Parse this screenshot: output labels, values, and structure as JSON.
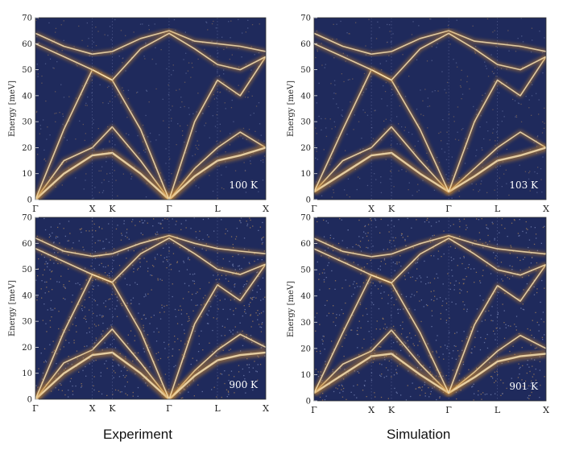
{
  "captions": {
    "left": "Experiment",
    "right": "Simulation"
  },
  "colors": {
    "background": "#1f2a5c",
    "band_low": "#c9862f",
    "band_high": "#ffe9b8",
    "tick_text": "#222222"
  },
  "chart_data": [
    {
      "type": "heatmap",
      "panel": "top-left",
      "ylabel": "Energy [meV]",
      "ylim": [
        0,
        70
      ],
      "yticks": [
        0,
        10,
        20,
        30,
        40,
        50,
        60,
        70
      ],
      "xtick_labels": [
        "Γ",
        "X",
        "K",
        "Γ",
        "L",
        "X"
      ],
      "xtick_positions": [
        0,
        1,
        1.35,
        2.35,
        3.2,
        4.05
      ],
      "annotation": "100 K",
      "series": [
        {
          "x": [
            0,
            0.5,
            1,
            1.35,
            1.85,
            2.35,
            2.8,
            3.2,
            3.6,
            4.05
          ],
          "values": [
            64,
            59,
            56,
            57,
            62,
            65,
            61,
            60,
            59,
            57
          ]
        },
        {
          "x": [
            0,
            0.5,
            1,
            1.35,
            1.85,
            2.35,
            2.8,
            3.2,
            3.6,
            4.05
          ],
          "values": [
            0,
            15,
            20,
            28,
            15,
            0,
            12,
            20,
            26,
            20
          ]
        },
        {
          "x": [
            0,
            0.5,
            1,
            1.35,
            1.85,
            2.35,
            2.8,
            3.2,
            3.6,
            4.05
          ],
          "values": [
            0,
            10,
            17,
            18,
            10,
            0,
            9,
            15,
            17,
            20
          ]
        },
        {
          "x": [
            0,
            0.5,
            1,
            1.35,
            1.85,
            2.35,
            2.8,
            3.2,
            3.6,
            4.05
          ],
          "values": [
            0,
            27,
            50,
            46,
            27,
            0,
            30,
            46,
            40,
            55
          ]
        },
        {
          "x": [
            0,
            0.5,
            1,
            1.35,
            1.85,
            2.35,
            2.8,
            3.2,
            3.6,
            4.05
          ],
          "values": [
            60,
            55,
            50,
            46,
            58,
            64,
            58,
            52,
            50,
            55
          ]
        }
      ]
    },
    {
      "type": "heatmap",
      "panel": "top-right",
      "ylabel": "Energy [meV]",
      "ylim": [
        0,
        70
      ],
      "yticks": [
        0,
        10,
        20,
        30,
        40,
        50,
        60,
        70
      ],
      "xtick_labels": [
        "Γ",
        "X",
        "K",
        "Γ",
        "L",
        "X"
      ],
      "xtick_positions": [
        0,
        1,
        1.35,
        2.35,
        3.2,
        4.05
      ],
      "annotation": "103 K",
      "series": [
        {
          "x": [
            0,
            0.5,
            1,
            1.35,
            1.85,
            2.35,
            2.8,
            3.2,
            3.6,
            4.05
          ],
          "values": [
            64,
            59,
            56,
            57,
            62,
            65,
            61,
            60,
            59,
            57
          ]
        },
        {
          "x": [
            0,
            0.5,
            1,
            1.35,
            1.85,
            2.35,
            2.8,
            3.2,
            3.6,
            4.05
          ],
          "values": [
            3,
            15,
            20,
            28,
            15,
            3,
            12,
            20,
            26,
            20
          ]
        },
        {
          "x": [
            0,
            0.5,
            1,
            1.35,
            1.85,
            2.35,
            2.8,
            3.2,
            3.6,
            4.05
          ],
          "values": [
            3,
            10,
            17,
            18,
            10,
            3,
            9,
            15,
            17,
            20
          ]
        },
        {
          "x": [
            0,
            0.5,
            1,
            1.35,
            1.85,
            2.35,
            2.8,
            3.2,
            3.6,
            4.05
          ],
          "values": [
            3,
            27,
            50,
            46,
            27,
            3,
            30,
            46,
            40,
            55
          ]
        },
        {
          "x": [
            0,
            0.5,
            1,
            1.35,
            1.85,
            2.35,
            2.8,
            3.2,
            3.6,
            4.05
          ],
          "values": [
            60,
            55,
            50,
            46,
            58,
            64,
            58,
            52,
            50,
            55
          ]
        }
      ]
    },
    {
      "type": "heatmap",
      "panel": "bottom-left",
      "ylabel": "Energy [meV]",
      "ylim": [
        0,
        70
      ],
      "yticks": [
        0,
        10,
        20,
        30,
        40,
        50,
        60,
        70
      ],
      "xtick_labels": [
        "Γ",
        "X",
        "K",
        "Γ",
        "L",
        "X"
      ],
      "xtick_positions": [
        0,
        1,
        1.35,
        2.35,
        3.2,
        4.05
      ],
      "annotation": "900 K",
      "series": [
        {
          "x": [
            0,
            0.5,
            1,
            1.35,
            1.85,
            2.35,
            2.8,
            3.2,
            3.6,
            4.05
          ],
          "values": [
            62,
            57,
            55,
            56,
            60,
            63,
            60,
            58,
            57,
            56
          ]
        },
        {
          "x": [
            0,
            0.5,
            1,
            1.35,
            1.85,
            2.35,
            2.8,
            3.2,
            3.6,
            4.05
          ],
          "values": [
            0,
            14,
            19,
            27,
            14,
            0,
            11,
            19,
            25,
            20
          ]
        },
        {
          "x": [
            0,
            0.5,
            1,
            1.35,
            1.85,
            2.35,
            2.8,
            3.2,
            3.6,
            4.05
          ],
          "values": [
            0,
            10,
            17,
            18,
            10,
            0,
            9,
            15,
            17,
            18
          ]
        },
        {
          "x": [
            0,
            0.5,
            1,
            1.35,
            1.85,
            2.35,
            2.8,
            3.2,
            3.6,
            4.05
          ],
          "values": [
            0,
            26,
            48,
            45,
            26,
            0,
            29,
            44,
            38,
            52
          ]
        },
        {
          "x": [
            0,
            0.5,
            1,
            1.35,
            1.85,
            2.35,
            2.8,
            3.2,
            3.6,
            4.05
          ],
          "values": [
            58,
            53,
            48,
            45,
            56,
            62,
            56,
            50,
            48,
            52
          ]
        }
      ]
    },
    {
      "type": "heatmap",
      "panel": "bottom-right",
      "ylabel": "Energy [meV]",
      "ylim": [
        0,
        70
      ],
      "yticks": [
        0,
        10,
        20,
        30,
        40,
        50,
        60,
        70
      ],
      "xtick_labels": [
        "Γ",
        "X",
        "K",
        "Γ",
        "L",
        "X"
      ],
      "xtick_positions": [
        0,
        1,
        1.35,
        2.35,
        3.2,
        4.05
      ],
      "annotation": "901 K",
      "series": [
        {
          "x": [
            0,
            0.5,
            1,
            1.35,
            1.85,
            2.35,
            2.8,
            3.2,
            3.6,
            4.05
          ],
          "values": [
            62,
            57,
            55,
            56,
            60,
            63,
            60,
            58,
            57,
            56
          ]
        },
        {
          "x": [
            0,
            0.5,
            1,
            1.35,
            1.85,
            2.35,
            2.8,
            3.2,
            3.6,
            4.05
          ],
          "values": [
            3,
            14,
            19,
            27,
            14,
            3,
            11,
            19,
            25,
            20
          ]
        },
        {
          "x": [
            0,
            0.5,
            1,
            1.35,
            1.85,
            2.35,
            2.8,
            3.2,
            3.6,
            4.05
          ],
          "values": [
            3,
            10,
            17,
            18,
            10,
            3,
            9,
            15,
            17,
            18
          ]
        },
        {
          "x": [
            0,
            0.5,
            1,
            1.35,
            1.85,
            2.35,
            2.8,
            3.2,
            3.6,
            4.05
          ],
          "values": [
            3,
            26,
            48,
            45,
            26,
            3,
            29,
            44,
            38,
            52
          ]
        },
        {
          "x": [
            0,
            0.5,
            1,
            1.35,
            1.85,
            2.35,
            2.8,
            3.2,
            3.6,
            4.05
          ],
          "values": [
            58,
            53,
            48,
            45,
            56,
            62,
            56,
            50,
            48,
            52
          ]
        }
      ]
    }
  ]
}
